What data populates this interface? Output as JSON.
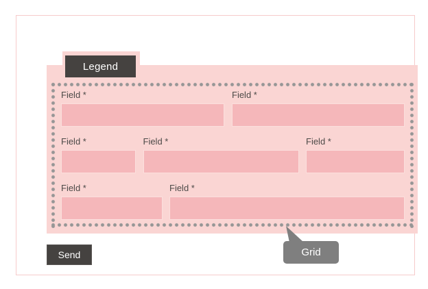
{
  "legend": {
    "label": "Legend"
  },
  "form": {
    "rows": [
      {
        "fields": [
          {
            "label": "Field *"
          },
          {
            "label": "Field *"
          }
        ]
      },
      {
        "fields": [
          {
            "label": "Field *"
          },
          {
            "label": "Field *"
          },
          {
            "label": "Field *"
          }
        ]
      },
      {
        "fields": [
          {
            "label": "Field *"
          },
          {
            "label": "Field *"
          }
        ]
      }
    ]
  },
  "send_button": {
    "label": "Send"
  },
  "grid_tooltip": {
    "label": "Grid"
  },
  "colors": {
    "panel_pink": "#fad5d3",
    "input_pink": "#f5b7ba",
    "frame_border": "#f6caca",
    "dark": "#454240",
    "tooltip_gray": "#7f7f7f",
    "dot_gray": "#969696",
    "label_text": "#4c4a48"
  }
}
